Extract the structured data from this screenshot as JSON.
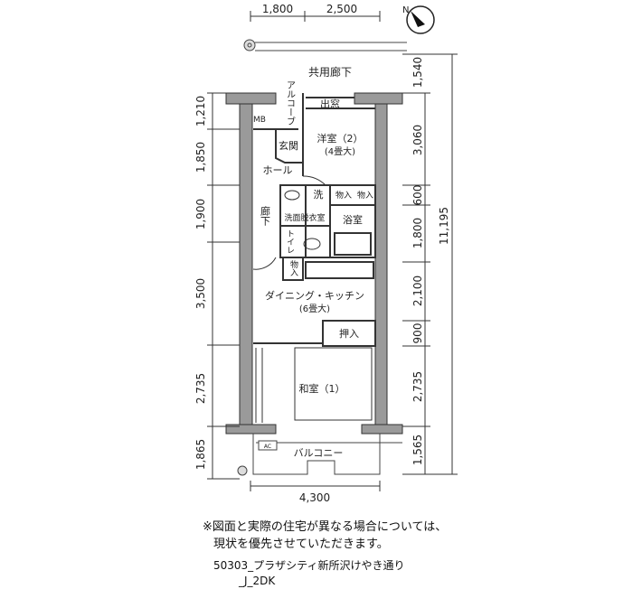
{
  "top_dims": [
    "1,800",
    "2,500"
  ],
  "bottom_dim": "4,300",
  "left_dims": [
    "1,210",
    "1,850",
    "1,900",
    "3,500",
    "2,735",
    "1,865"
  ],
  "right_dims": [
    "1,540",
    "3,060",
    "600",
    "1,800",
    "2,100",
    "900",
    "2,735",
    "1,565"
  ],
  "total_dim": "11,195",
  "compass_label": "N",
  "rooms": {
    "corridor_common": "共用廊下",
    "bay_window": "出窓",
    "alcove": "アルコーブ",
    "mb": "MB",
    "entrance": "玄関",
    "western_room": "洋室（2）",
    "western_room_size": "(4畳大)",
    "hall": "ホール",
    "washer": "洗",
    "storage1": "物入",
    "storage2": "物入",
    "washroom": "洗面脱衣室",
    "bath": "浴室",
    "hallway": "廊下",
    "toilet": "トイレ",
    "storage3": "物入",
    "dk": "ダイニング・キッチン",
    "dk_size": "(6畳大)",
    "closet": "押入",
    "japanese_room": "和室（1）",
    "balcony": "バルコニー",
    "ac": "AC"
  },
  "notes": {
    "line1": "※図面と実際の住宅が異なる場合については、",
    "line2": "現状を優先させていただきます。",
    "property1": "50303_プラザシティ新所沢けやき通り",
    "property2": "_J_2DK"
  }
}
